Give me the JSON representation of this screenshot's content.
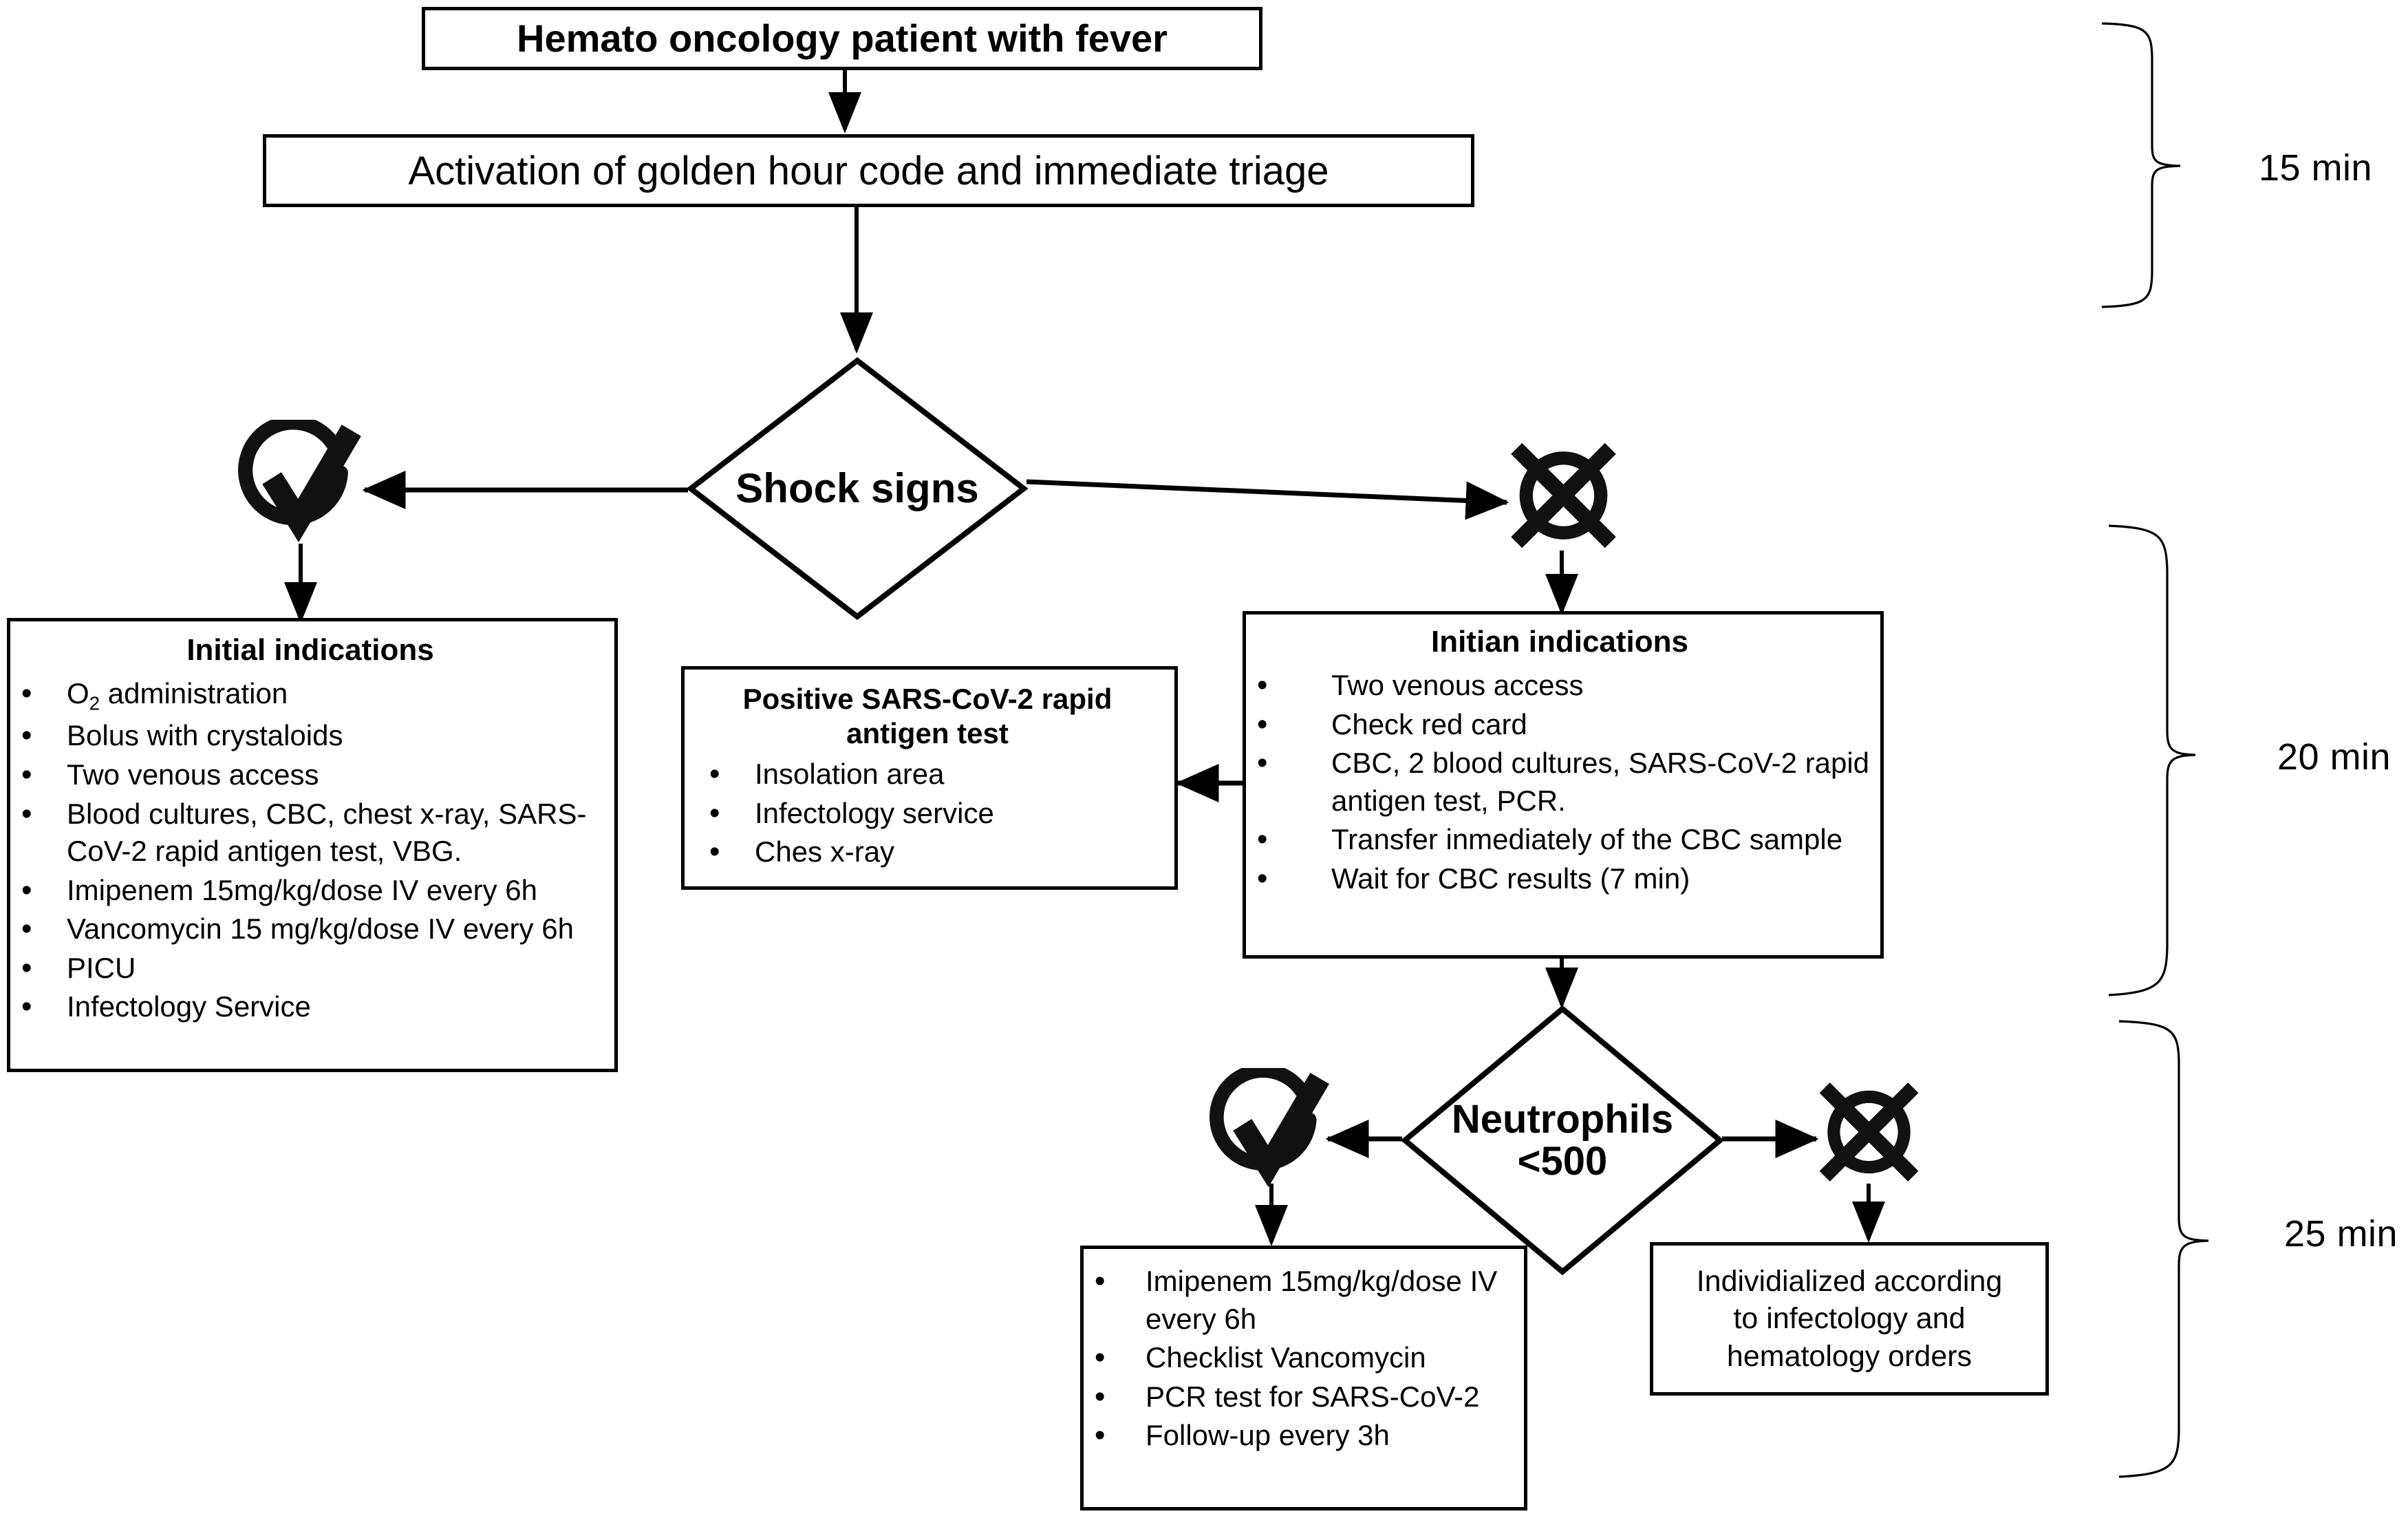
{
  "diagram": {
    "title_box": {
      "text": "Hemato oncology patient with fever"
    },
    "activation_box": {
      "text": "Activation of golden hour code and immediate triage"
    },
    "shock_decision": {
      "label": "Shock signs"
    },
    "neutrophils_decision": {
      "label_line1": "Neutrophils",
      "label_line2": "<500"
    },
    "initial_indications_left": {
      "title": "Initial indications",
      "items": [
        "O₂ administration",
        "Bolus with crystaloids",
        "Two venous access",
        "Blood cultures, CBC, chest x-ray, SARS-CoV-2 rapid antigen test, VBG.",
        "Imipenem 15mg/kg/dose IV every 6h",
        "Vancomycin 15 mg/kg/dose IV every 6h",
        "PICU",
        "Infectology Service"
      ]
    },
    "positive_antigen_box": {
      "title_line1": "Positive SARS-CoV-2 rapid",
      "title_line2": "antigen test",
      "items": [
        "Insolation area",
        "Infectology service",
        "Ches x-ray"
      ]
    },
    "initian_indications_right": {
      "title": "Initian indications",
      "items": [
        "Two venous access",
        "Check red card",
        "CBC, 2 blood cultures, SARS-CoV-2 rapid antigen test, PCR.",
        "Transfer inmediately of the CBC sample",
        "Wait for CBC results (7 min)"
      ]
    },
    "neutropenic_treatment_box": {
      "items": [
        "Imipenem 15mg/kg/dose IV every 6h",
        "Checklist Vancomycin",
        "PCR test for SARS-CoV-2",
        "Follow-up every 3h"
      ]
    },
    "individualized_box": {
      "line1": "Individialized according",
      "line2": "to infectology and",
      "line3": "hematology orders"
    },
    "time_brackets": [
      {
        "label": "15 min"
      },
      {
        "label": "20 min"
      },
      {
        "label": "25 min"
      }
    ],
    "icons": {
      "check_yes": "check-circle-icon",
      "cross_no": "cross-circle-icon"
    },
    "colors": {
      "stroke": "#000000",
      "background": "#ffffff"
    }
  }
}
